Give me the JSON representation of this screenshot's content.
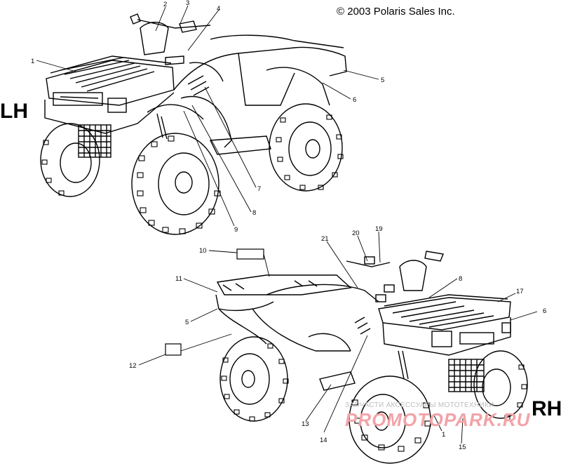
{
  "copyright": "© 2003 Polaris Sales Inc.",
  "sides": {
    "left": "LH",
    "right": "RH"
  },
  "callouts": [
    "1",
    "2",
    "3",
    "4",
    "5",
    "6",
    "7",
    "8",
    "9",
    "10",
    "11",
    "5",
    "12",
    "13",
    "14",
    "21",
    "20",
    "19",
    "8",
    "17",
    "6",
    "1",
    "15"
  ],
  "watermark": {
    "text": "ЗАПЧАСТИ АКСЕССУАРЫ МОТОТЕХНИКИ",
    "logo": "PROMOTOPARK.RU"
  }
}
